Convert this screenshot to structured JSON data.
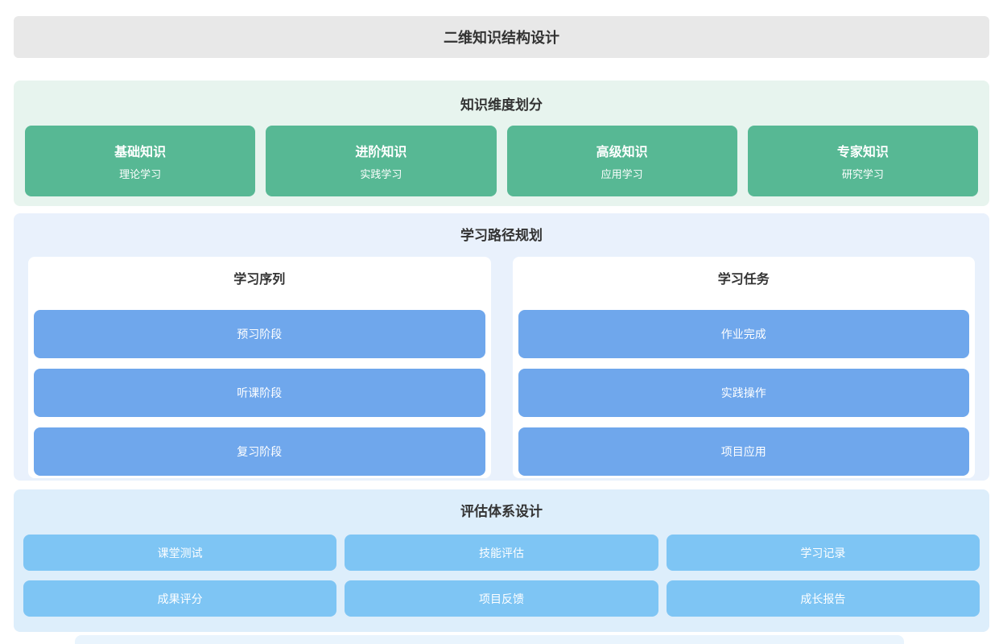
{
  "page": {
    "title": "二维知识结构设计"
  },
  "colors": {
    "header_bg": "#e8e8e8",
    "dimension_section_bg": "#e7f4ee",
    "dimension_card": "#57b894",
    "path_section_bg": "#e9f1fc",
    "path_button": "#6fa7ec",
    "evaluation_section_bg": "#ddeefb",
    "evaluation_button": "#7ec5f4",
    "text_dark": "#333333",
    "text_light": "#ffffff"
  },
  "dimension_section": {
    "title": "知识维度划分",
    "cards": [
      {
        "title": "基础知识",
        "subtitle": "理论学习"
      },
      {
        "title": "进阶知识",
        "subtitle": "实践学习"
      },
      {
        "title": "高级知识",
        "subtitle": "应用学习"
      },
      {
        "title": "专家知识",
        "subtitle": "研究学习"
      }
    ]
  },
  "path_section": {
    "title": "学习路径规划",
    "panels": [
      {
        "title": "学习序列",
        "items": [
          "预习阶段",
          "听课阶段",
          "复习阶段"
        ]
      },
      {
        "title": "学习任务",
        "items": [
          "作业完成",
          "实践操作",
          "项目应用"
        ]
      }
    ]
  },
  "evaluation_section": {
    "title": "评估体系设计",
    "items": [
      "课堂测试",
      "技能评估",
      "学习记录",
      "成果评分",
      "项目反馈",
      "成长报告"
    ]
  }
}
